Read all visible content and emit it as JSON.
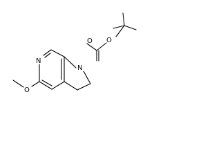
{
  "molecule": {
    "atoms": {
      "ring_nitrogen": "N",
      "pyrrolidine_nitrogen": "N",
      "carbonyl_oxygen": "O",
      "ester_oxygen": "O",
      "methoxy_oxygen": "O"
    }
  },
  "colors": {
    "background": "#ffffff",
    "ink": "#000000"
  }
}
